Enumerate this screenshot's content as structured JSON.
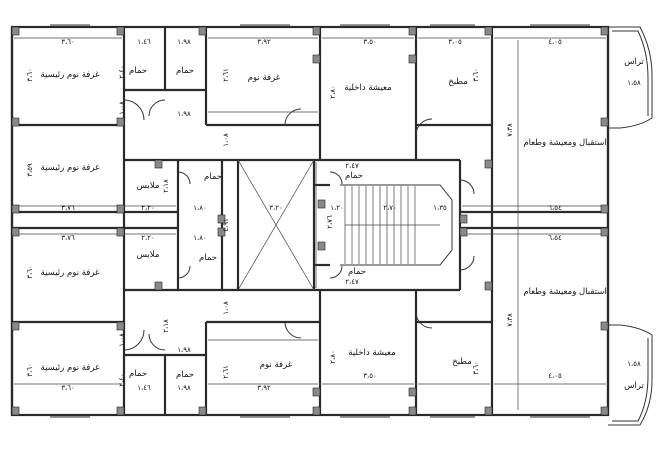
{
  "rooms": {
    "master_bedroom": "غرفة نوم رئيسية",
    "bathroom": "حمام",
    "bedroom": "غرفة نوم",
    "living_inner": "معيشة داخلية",
    "kitchen": "مطبخ",
    "reception": "استقبال ومعيشة وطعام",
    "terrace": "تراس",
    "dressing": "ملابس"
  },
  "dims": {
    "d360": "٣،٦٠",
    "d146": "١،٤٦",
    "d198": "١،٩٨",
    "d392": "٣،٩٢",
    "d350": "٣،٥٠",
    "d305": "٣،٠٥",
    "d405": "٤،٠٥",
    "d158": "١،٥٨",
    "d376": "٣،٧٦",
    "d220": "٢،٢٠",
    "d180": "١،٨٠",
    "d320": "٣،٢٠",
    "d120": "١،٢٠",
    "d270": "٢،٧٠",
    "d135": "١،٣٥",
    "d654": "٦،٥٤",
    "d247": "٢،٤٧",
    "d108": "١،٠٨",
    "d261": "٢،٦١",
    "d359": "٣،٥٩",
    "d280": "٢،٨٠",
    "d738": "٧،٣٨",
    "d491": "٤،٩١",
    "d276": "٢،٧٦",
    "d218": "٢،١٨",
    "d240": "٢،٤٠"
  }
}
